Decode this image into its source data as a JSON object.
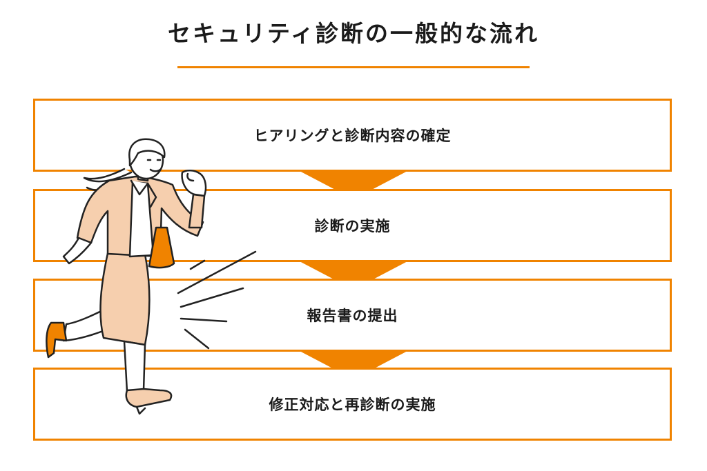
{
  "title": "セキュリティ診断の一般的な流れ",
  "steps": [
    {
      "label": "ヒアリングと診断内容の確定"
    },
    {
      "label": "診断の実施"
    },
    {
      "label": "報告書の提出"
    },
    {
      "label": "修正対応と再診断の実施"
    }
  ],
  "colors": {
    "accent": "#f08300",
    "outfit": "#f6cfae",
    "text": "#1a1a1a"
  },
  "illustration": {
    "icon": "running-businesswoman-illustration"
  }
}
